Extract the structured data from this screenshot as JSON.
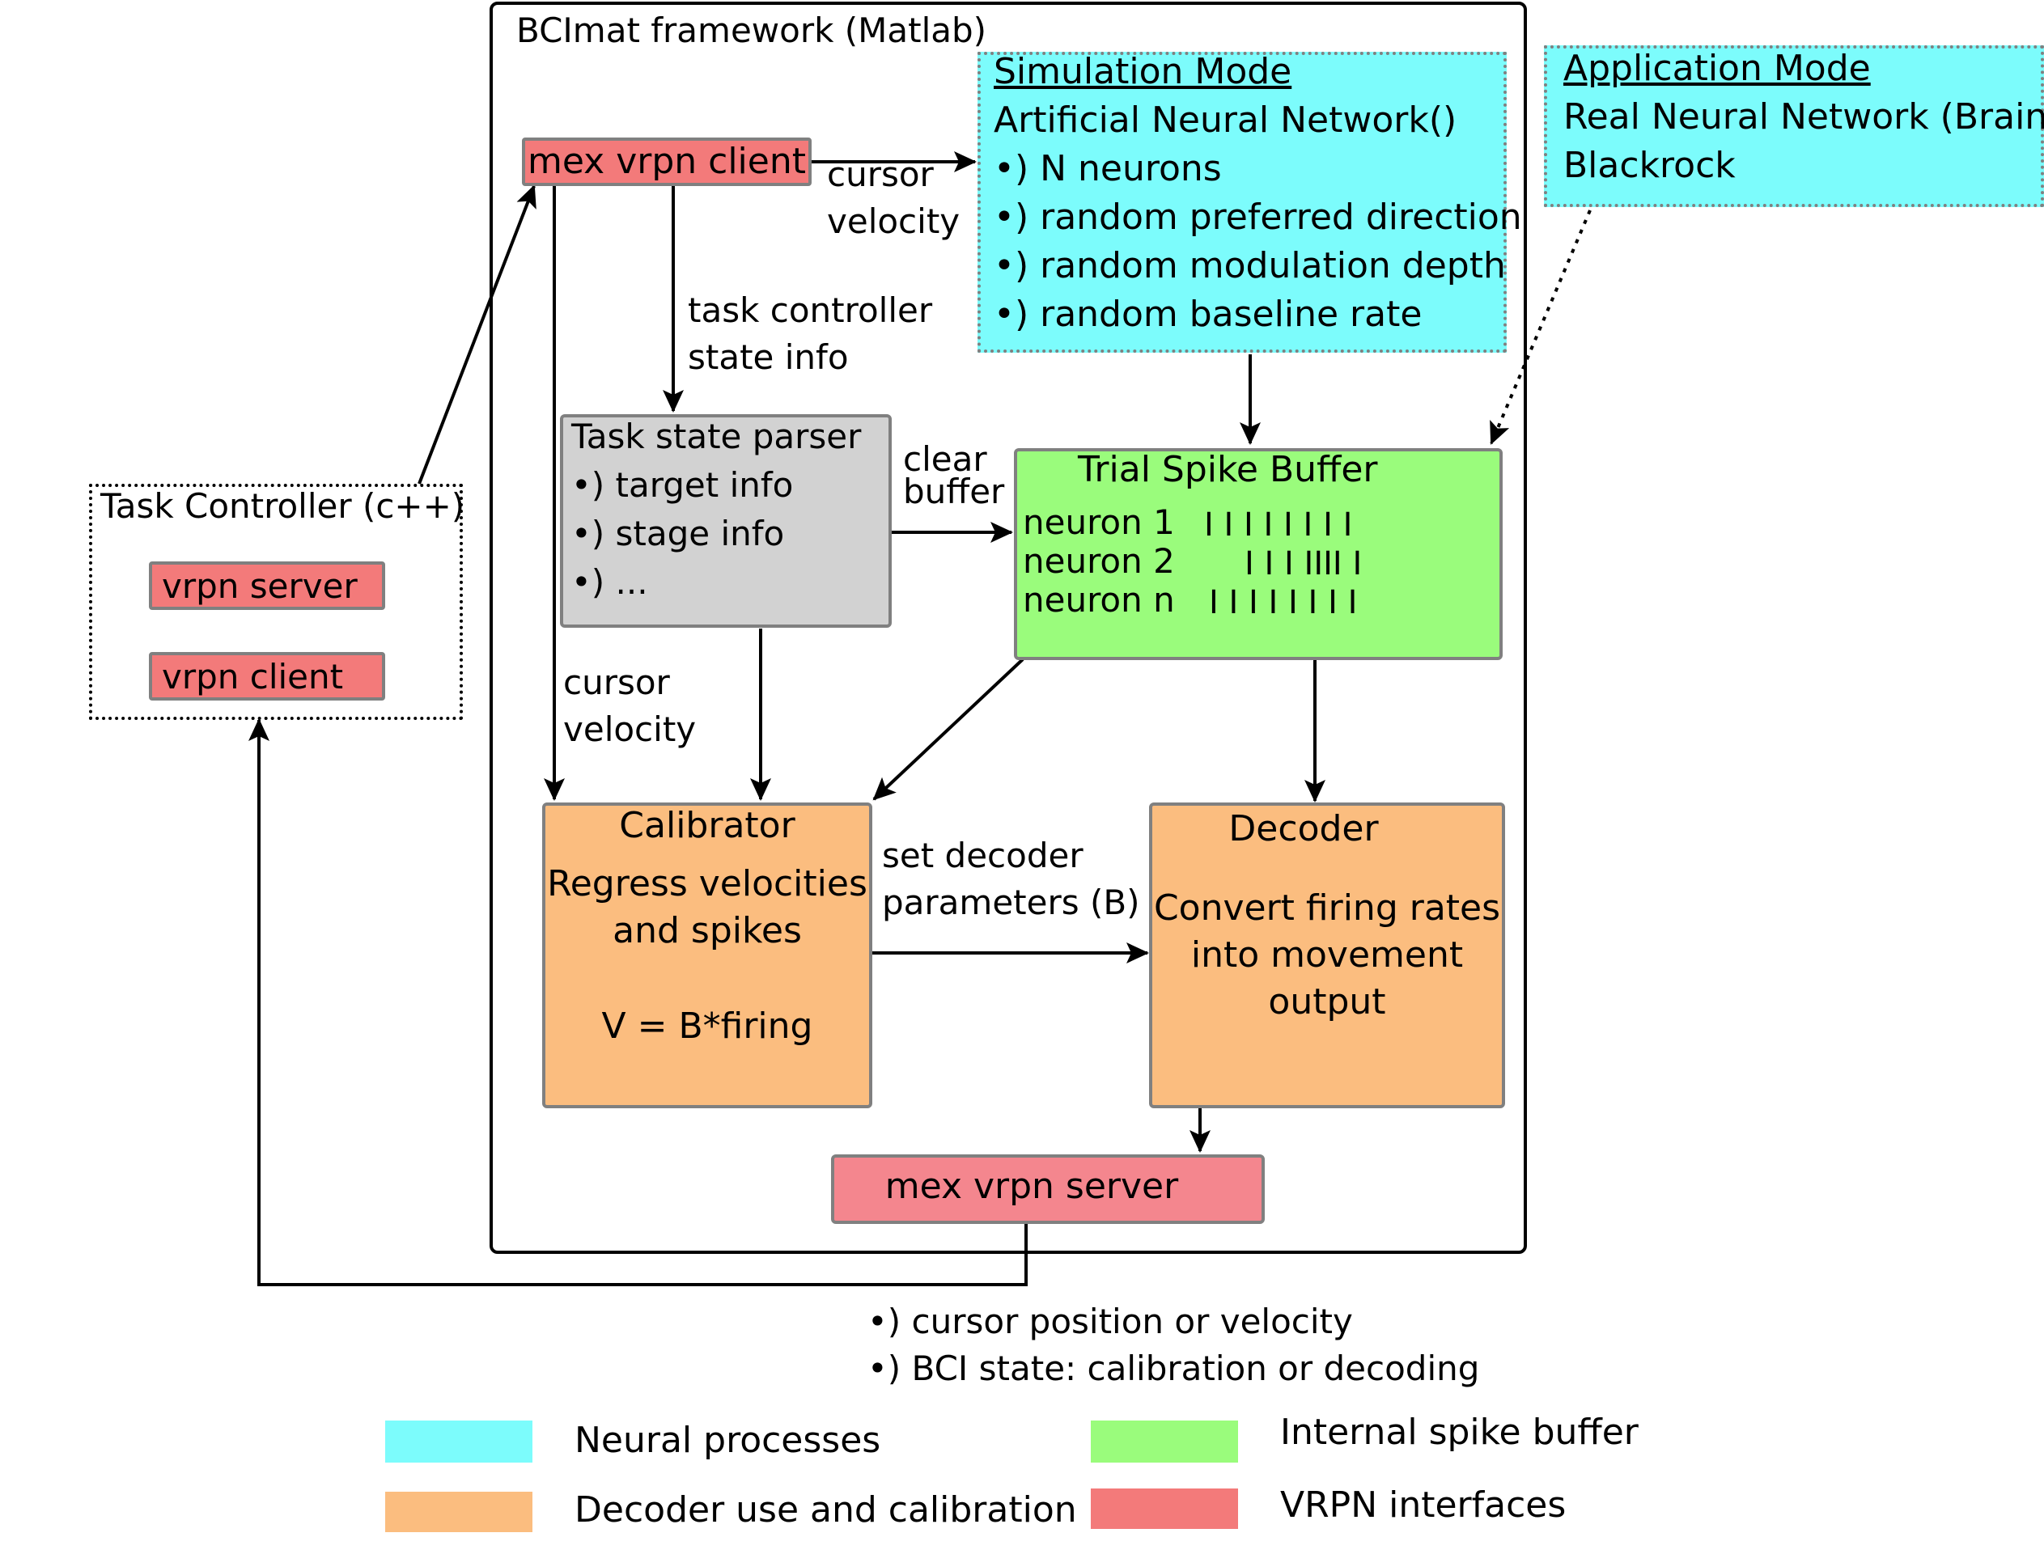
{
  "framework": {
    "title": "BCImat framework (Matlab)"
  },
  "simulation": {
    "title": "Simulation Mode",
    "subtitle": "Artificial Neural Network()",
    "items": [
      "•)  N neurons",
      "•)  random preferred direction",
      "•)  random modulation depth",
      "•)  random baseline rate"
    ]
  },
  "application": {
    "title": "Application Mode",
    "line1": "Real Neural Network (Brain)",
    "line2": "Blackrock"
  },
  "mex_client": {
    "label": "mex vrpn client"
  },
  "mex_server": {
    "label": "mex vrpn server"
  },
  "task_controller": {
    "title": "Task Controller (c++)",
    "server": "vrpn server",
    "client": "vrpn client"
  },
  "parser": {
    "title": "Task state parser",
    "items": [
      "•) target info",
      "•) stage info",
      "•) ..."
    ]
  },
  "spike_buffer": {
    "title": "Trial Spike Buffer",
    "neurons": [
      {
        "label": "neuron 1",
        "spikes": "I  I   I  I I   I  I          I"
      },
      {
        "label": "neuron 2",
        "spikes": "I  I   I   IIII   I"
      },
      {
        "label": "neuron n",
        "spikes": "I                   I   I   I    I      I  I  I"
      }
    ]
  },
  "calibrator": {
    "title": "Calibrator",
    "line1": "Regress velocities",
    "line2": "and spikes",
    "formula": "V = B*firing"
  },
  "decoder": {
    "title": "Decoder",
    "line1": "Convert firing rates",
    "line2": "into movement",
    "line3": "output"
  },
  "edges": {
    "cursor_velocity_top_1": "cursor",
    "cursor_velocity_top_2": "velocity",
    "task_state_1": "task controller",
    "task_state_2": "state info",
    "clear_1": "clear",
    "clear_2": "buffer",
    "cursor_velocity_left_1": "cursor",
    "cursor_velocity_left_2": "velocity",
    "set_decoder_1": "set decoder",
    "set_decoder_2": "parameters (B)"
  },
  "output_notes": [
    "•) cursor position or velocity",
    "•) BCI state: calibration or decoding"
  ],
  "legend": [
    {
      "label": "Neural processes",
      "color": "#7cfcfc"
    },
    {
      "label": "Internal spike buffer",
      "color": "#9afc7c"
    },
    {
      "label": "Decoder use and calibration",
      "color": "#fbbd7f"
    },
    {
      "label": "VRPN interfaces",
      "color": "#f37a7a"
    }
  ]
}
